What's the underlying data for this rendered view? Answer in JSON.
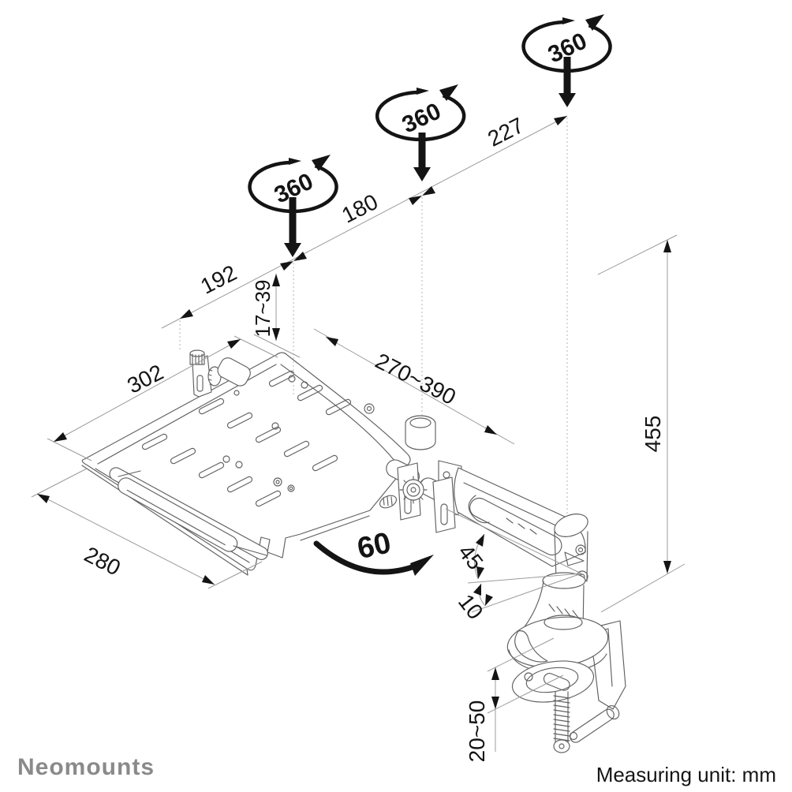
{
  "footer": {
    "brand": "Neomounts",
    "note": "Measuring unit: mm"
  },
  "annotations": {
    "rotation_degrees": [
      "360",
      "360",
      "360"
    ],
    "swivel_degrees": "60",
    "tilt_up_degrees": "45",
    "tilt_down_degrees": "10"
  },
  "dimensions_mm": {
    "top_offset_right": "227",
    "top_offset_mid": "180",
    "top_offset_left": "192",
    "tray_depth": "302",
    "tray_width": "280",
    "arm_extension": "270~390",
    "tray_lip_height": "17~39",
    "max_height": "455",
    "clamp_range": "20~50"
  },
  "colors": {
    "ink": "#141414",
    "part_line": "#606060",
    "dim_line": "#9b9b9b",
    "brand_gray": "#8a8a8a",
    "background": "#ffffff"
  }
}
